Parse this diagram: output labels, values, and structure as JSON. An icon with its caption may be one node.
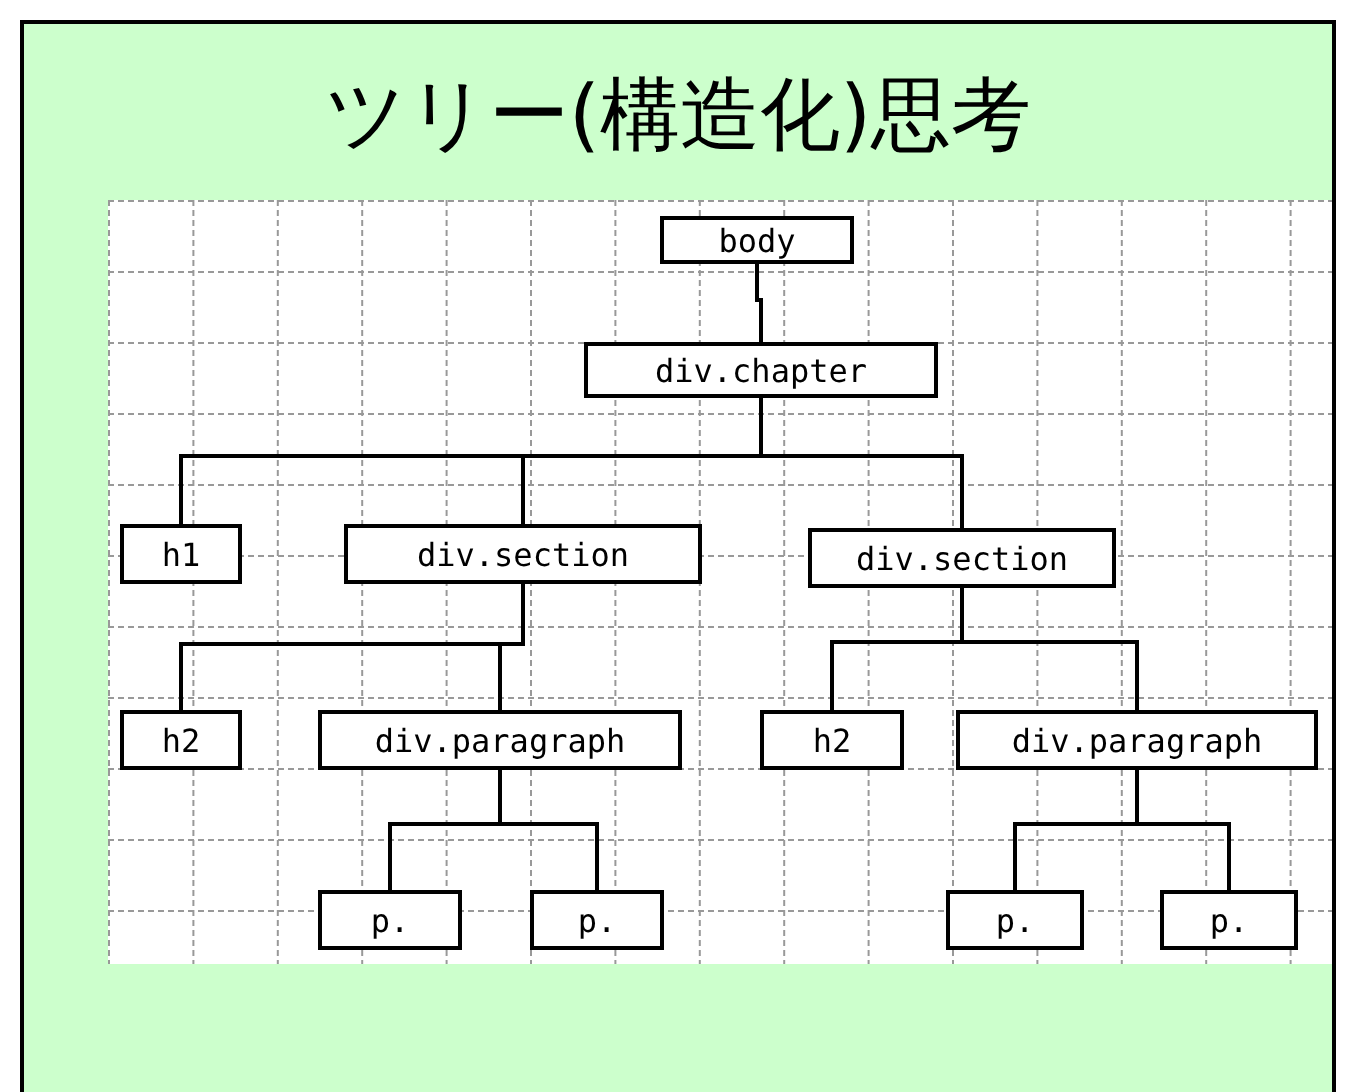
{
  "diagram": {
    "title": "ツリー(構造化)思考",
    "nodes": [
      {
        "text": [
          "body"
        ]
      },
      {
        "text": [
          "div.chapter"
        ]
      },
      {
        "text": [
          "h1"
        ]
      },
      {
        "text": [
          "div.section"
        ]
      },
      {
        "text": [
          "div.section"
        ]
      },
      {
        "text": [
          "h2"
        ]
      },
      {
        "text": [
          "div.paragraph"
        ]
      },
      {
        "text": [
          "h2"
        ]
      },
      {
        "text": [
          "div.paragraph"
        ]
      },
      {
        "text": [
          "p."
        ]
      },
      {
        "text": [
          "p."
        ]
      },
      {
        "text": [
          "p."
        ]
      },
      {
        "text": [
          "p."
        ]
      }
    ],
    "edges": [
      {
        "from": 0,
        "to": 1,
        "arrow": "none"
      },
      {
        "from": 1,
        "to": 2,
        "arrow": "none"
      },
      {
        "from": 1,
        "to": 3,
        "arrow": "none"
      },
      {
        "from": 1,
        "to": 4,
        "arrow": "none"
      },
      {
        "from": 3,
        "to": 5,
        "arrow": "none"
      },
      {
        "from": 3,
        "to": 6,
        "arrow": "none"
      },
      {
        "from": 4,
        "to": 7,
        "arrow": "none"
      },
      {
        "from": 4,
        "to": 8,
        "arrow": "none"
      },
      {
        "from": 6,
        "to": 9,
        "arrow": "none"
      },
      {
        "from": 6,
        "to": 10,
        "arrow": "none"
      },
      {
        "from": 8,
        "to": 11,
        "arrow": "none"
      },
      {
        "from": 8,
        "to": 12,
        "arrow": "none"
      }
    ]
  }
}
